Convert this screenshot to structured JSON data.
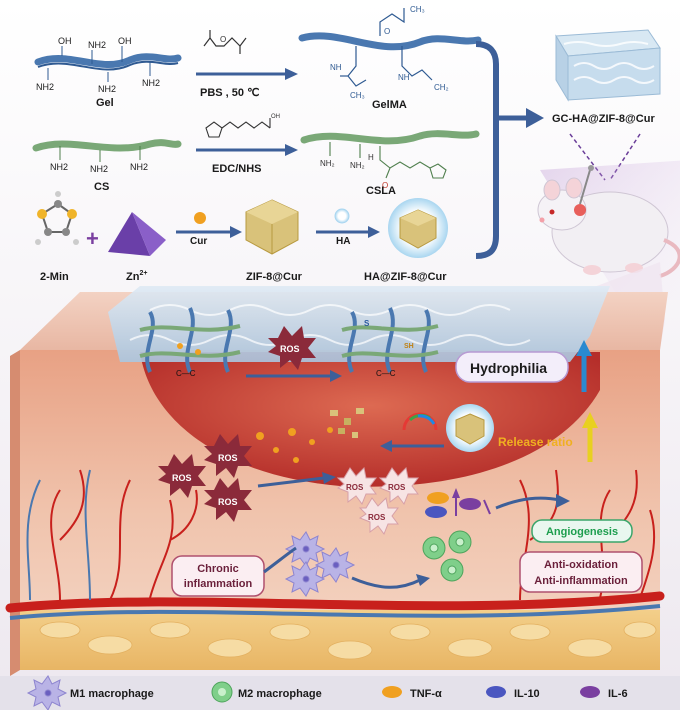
{
  "synthesis": {
    "gel": {
      "name": "Gel",
      "groups": [
        "OH",
        "NH2",
        "OH",
        "NH2",
        "NH2",
        "NH2"
      ]
    },
    "gelma": {
      "name": "GelMA"
    },
    "cs": {
      "name": "CS",
      "groups": [
        "NH2",
        "NH2",
        "NH2"
      ]
    },
    "csla": {
      "name": "CSLA"
    },
    "step1_condition": "PBS , 50 ℃",
    "step2_condition": "EDC/NHS",
    "min": "2-Min",
    "zn": "Zn",
    "zn_charge": "2+",
    "cur": "Cur",
    "zif": "ZIF-8@Cur",
    "ha": "HA",
    "ha_zif": "HA@ZIF-8@Cur",
    "plus": "+",
    "product": "GC-HA@ZIF-8@Cur"
  },
  "wound": {
    "ros": "ROS",
    "hydrophilia": "Hydrophilia",
    "release_ratio": "Release ratio",
    "chronic": [
      "Chronic",
      "inflammation"
    ],
    "angiogenesis": "Angiogenesis",
    "anti": [
      "Anti-oxidation",
      "Anti-inflammation"
    ],
    "bond_cc": "C—C",
    "s_label": "S",
    "sh_label": "SH"
  },
  "legend": [
    {
      "label": "M1 macrophage",
      "icon": "m1-macrophage-icon"
    },
    {
      "label": "M2 macrophage",
      "icon": "m2-macrophage-icon"
    },
    {
      "label": "TNF-α",
      "icon": "tnf-alpha-icon"
    },
    {
      "label": "IL-10",
      "icon": "il10-icon"
    },
    {
      "label": "IL-6",
      "icon": "il6-icon"
    }
  ],
  "colors": {
    "gel_chain": "#4a78b0",
    "cs_chain": "#7aa877",
    "arrow": "#3d5f99",
    "ros_fill": "#8b2a3a",
    "tissue": "#c9423a",
    "vessel": "#c8201c"
  }
}
